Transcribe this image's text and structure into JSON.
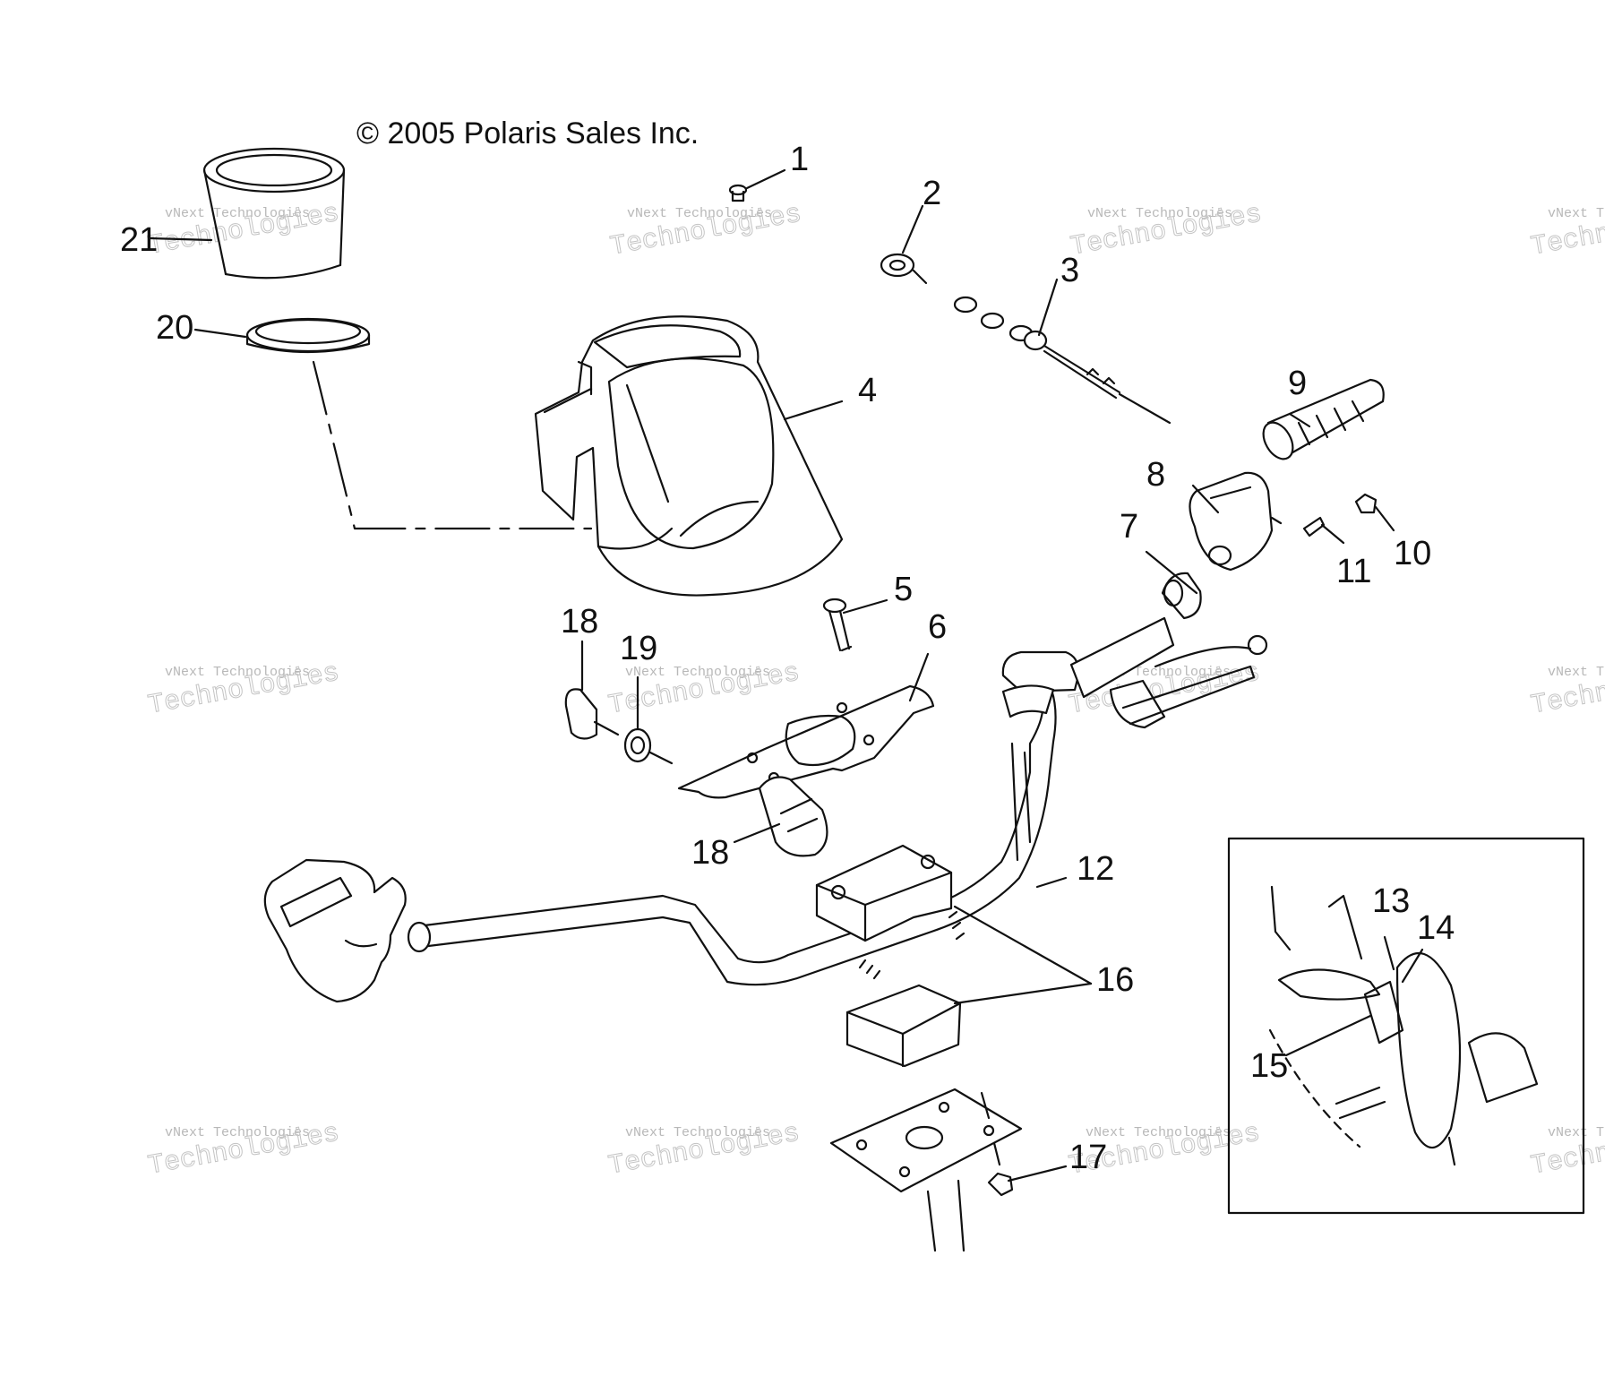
{
  "copyright": "© 2005 Polaris Sales Inc.",
  "watermark": {
    "line1": "vNext Technologies",
    "line2": "Technologies",
    "cropped_line1": "vNext Tec",
    "cropped_line2": "Techn"
  },
  "callouts": {
    "c1": "1",
    "c2": "2",
    "c3": "3",
    "c4": "4",
    "c5": "5",
    "c6": "6",
    "c7": "7",
    "c8": "8",
    "c9": "9",
    "c10": "10",
    "c11": "11",
    "c12": "12",
    "c13": "13",
    "c14": "14",
    "c15": "15",
    "c16": "16",
    "c17": "17",
    "c18a": "18",
    "c18b": "18",
    "c19": "19",
    "c20": "20",
    "c21": "21"
  }
}
